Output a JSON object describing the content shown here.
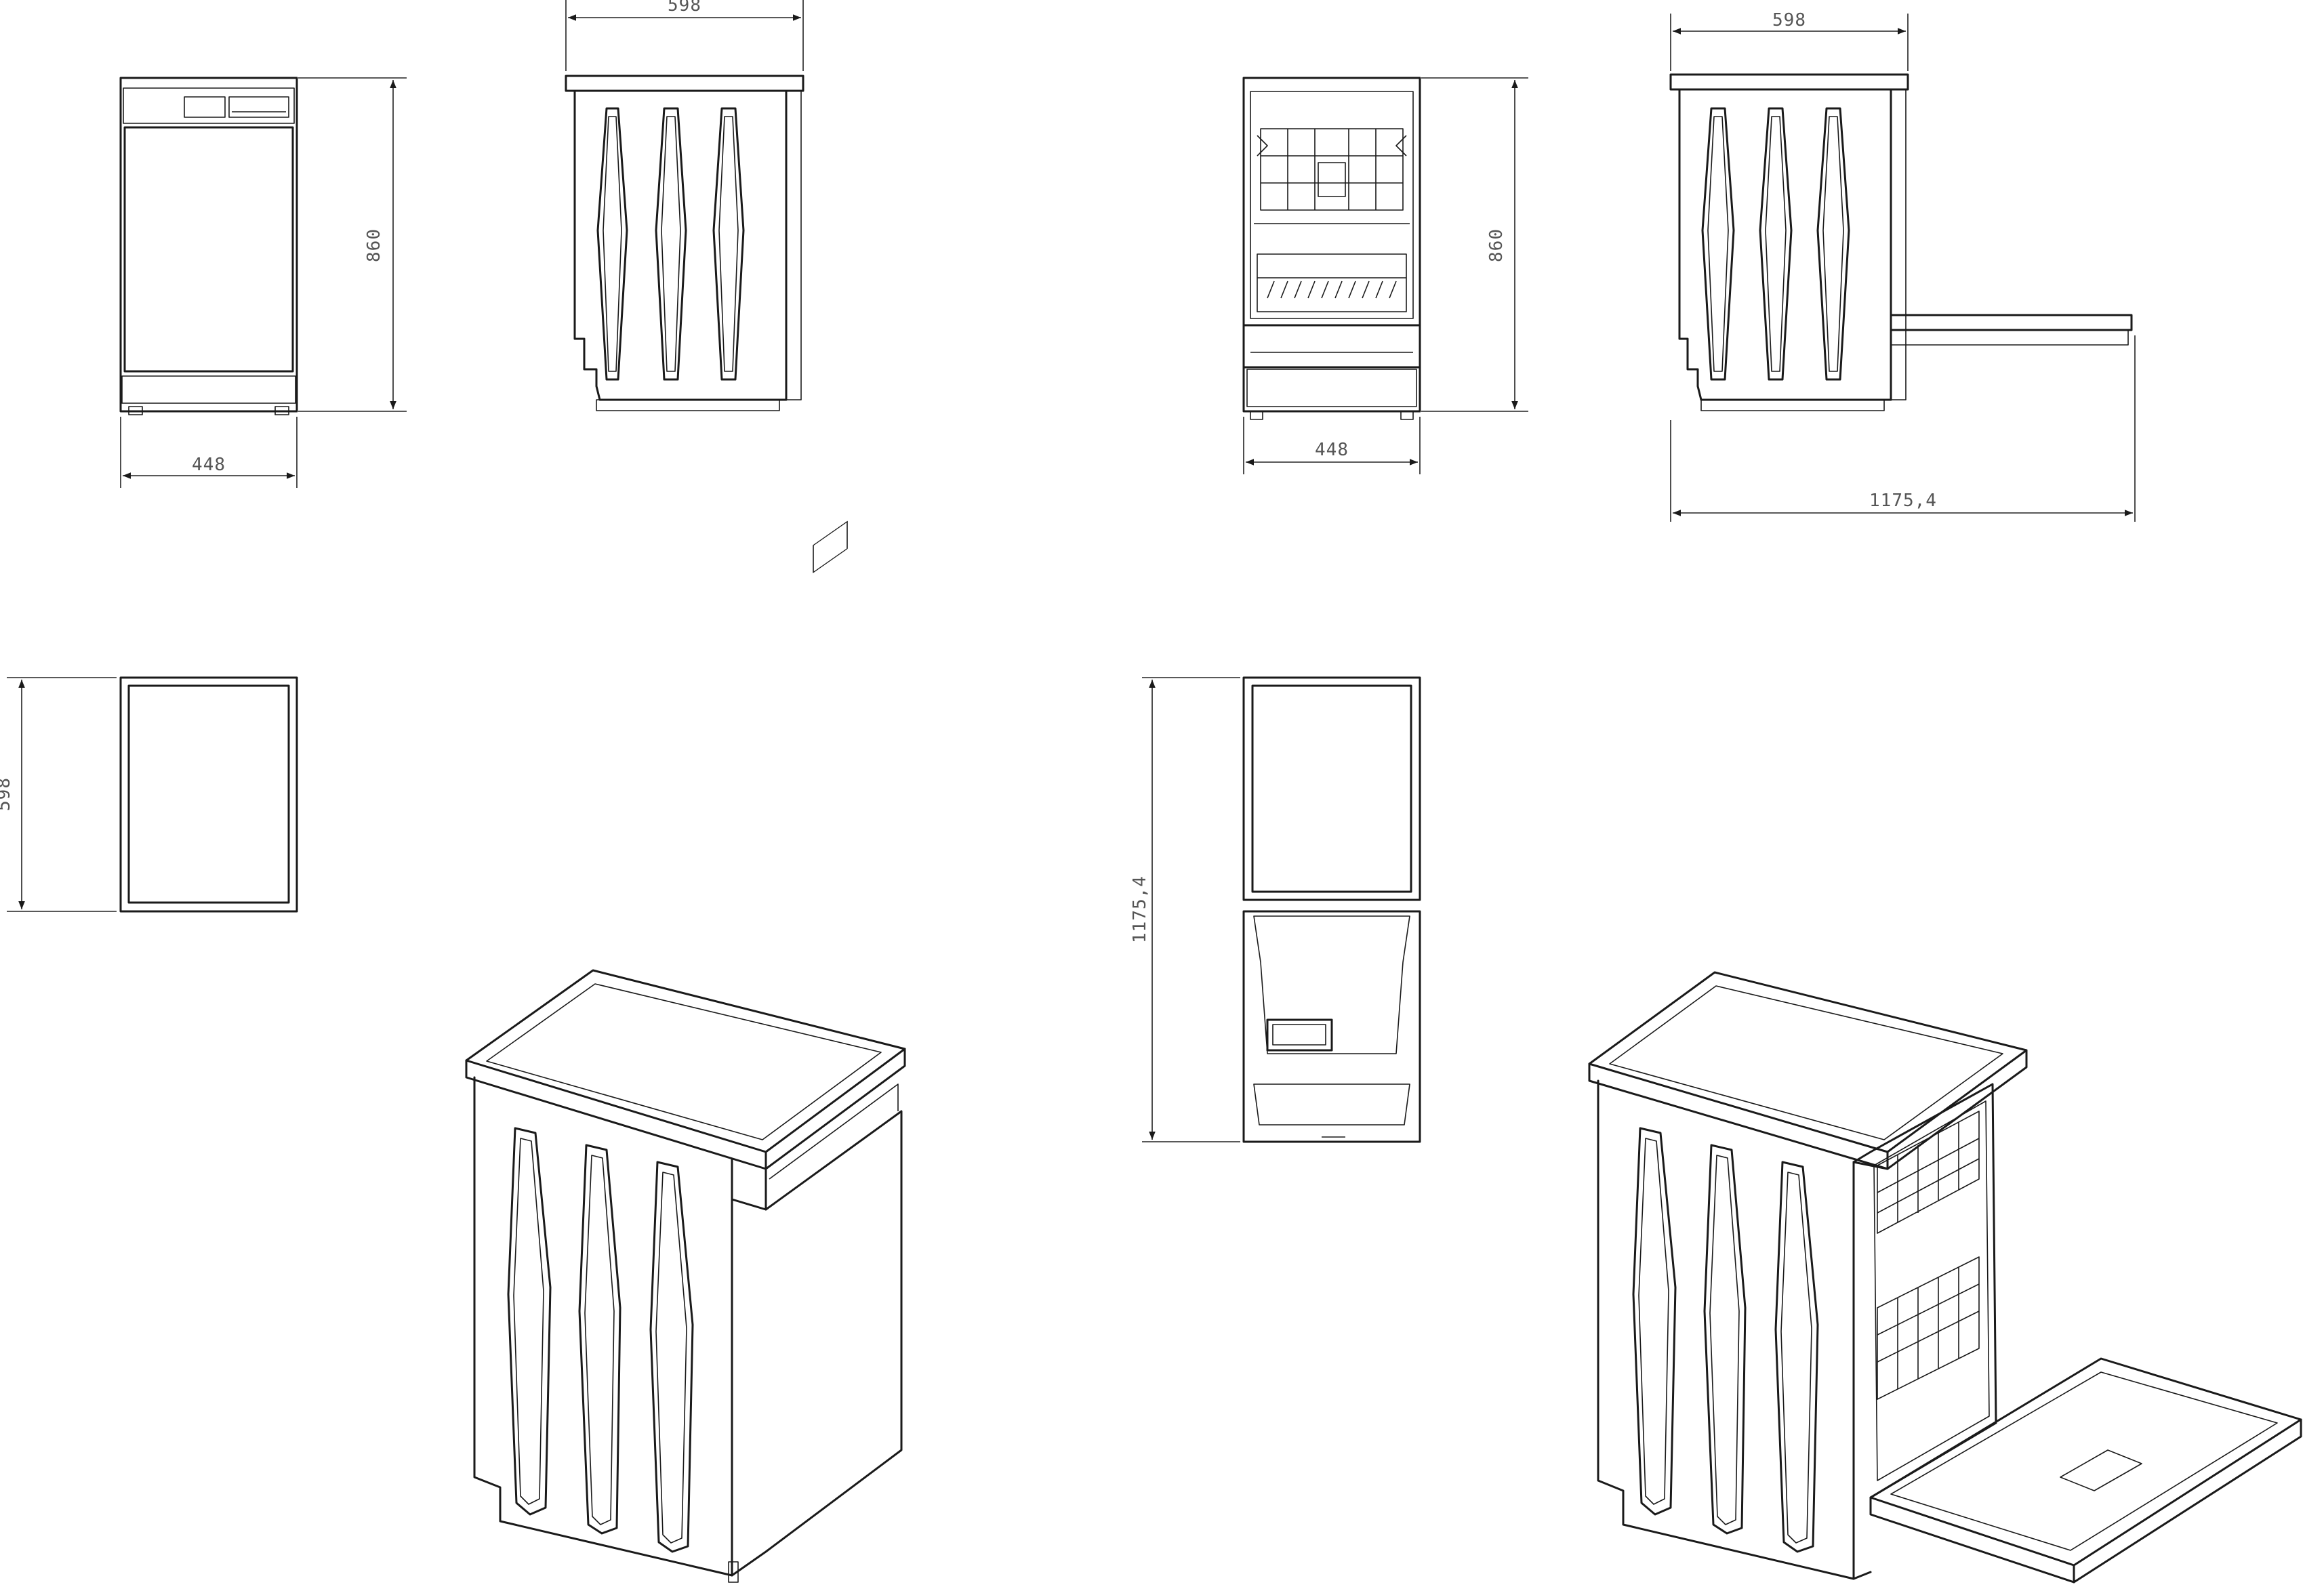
{
  "drawing": {
    "dimensions": {
      "front_closed_width": "448",
      "front_closed_height": "860",
      "side_closed_depth": "598",
      "front_open_width": "448",
      "front_open_height": "860",
      "side_open_depth": "598",
      "side_open_total_depth": "1175,4",
      "top_closed_depth": "598",
      "top_open_total_depth": "1175,4"
    }
  },
  "colors": {
    "line": "#1a1a1a",
    "dimension_text": "#555555",
    "background": "#ffffff"
  }
}
